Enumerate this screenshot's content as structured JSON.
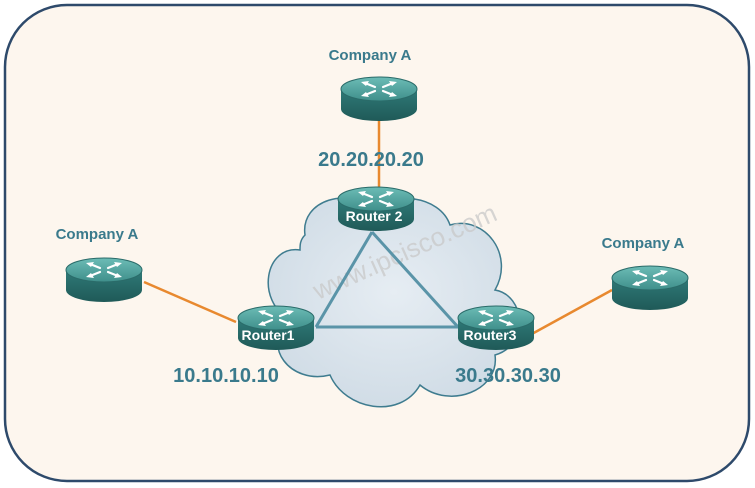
{
  "colors": {
    "panel_bg": "#fdf6ee",
    "panel_border": "#2e4a6b",
    "cloud_fill": "#dde6ee",
    "cloud_stroke": "#3f7c8f",
    "triangle": "#5a94a8",
    "link": "#e8892f",
    "router_body": "#2f7a78",
    "router_top": "#4fa6a1",
    "label": "#3a7a8c"
  },
  "watermark": "www.ipcisco.com",
  "nodes": {
    "company_top": {
      "label": "Company A",
      "icon": "router-icon"
    },
    "company_left": {
      "label": "Company A",
      "icon": "router-icon"
    },
    "company_right": {
      "label": "Company A",
      "icon": "router-icon"
    },
    "router1": {
      "name": "Router1",
      "ip": "10.10.10.10",
      "icon": "router-icon"
    },
    "router2": {
      "name": "Router 2",
      "ip": "20.20.20.20",
      "icon": "router-icon"
    },
    "router3": {
      "name": "Router3",
      "ip": "30.30.30.30",
      "icon": "router-icon"
    }
  },
  "links": [
    {
      "from": "company_top",
      "to": "router2",
      "type": "attachment"
    },
    {
      "from": "company_left",
      "to": "router1",
      "type": "attachment"
    },
    {
      "from": "company_right",
      "to": "router3",
      "type": "attachment"
    },
    {
      "from": "router1",
      "to": "router2",
      "type": "core"
    },
    {
      "from": "router2",
      "to": "router3",
      "type": "core"
    },
    {
      "from": "router3",
      "to": "router1",
      "type": "core"
    }
  ]
}
